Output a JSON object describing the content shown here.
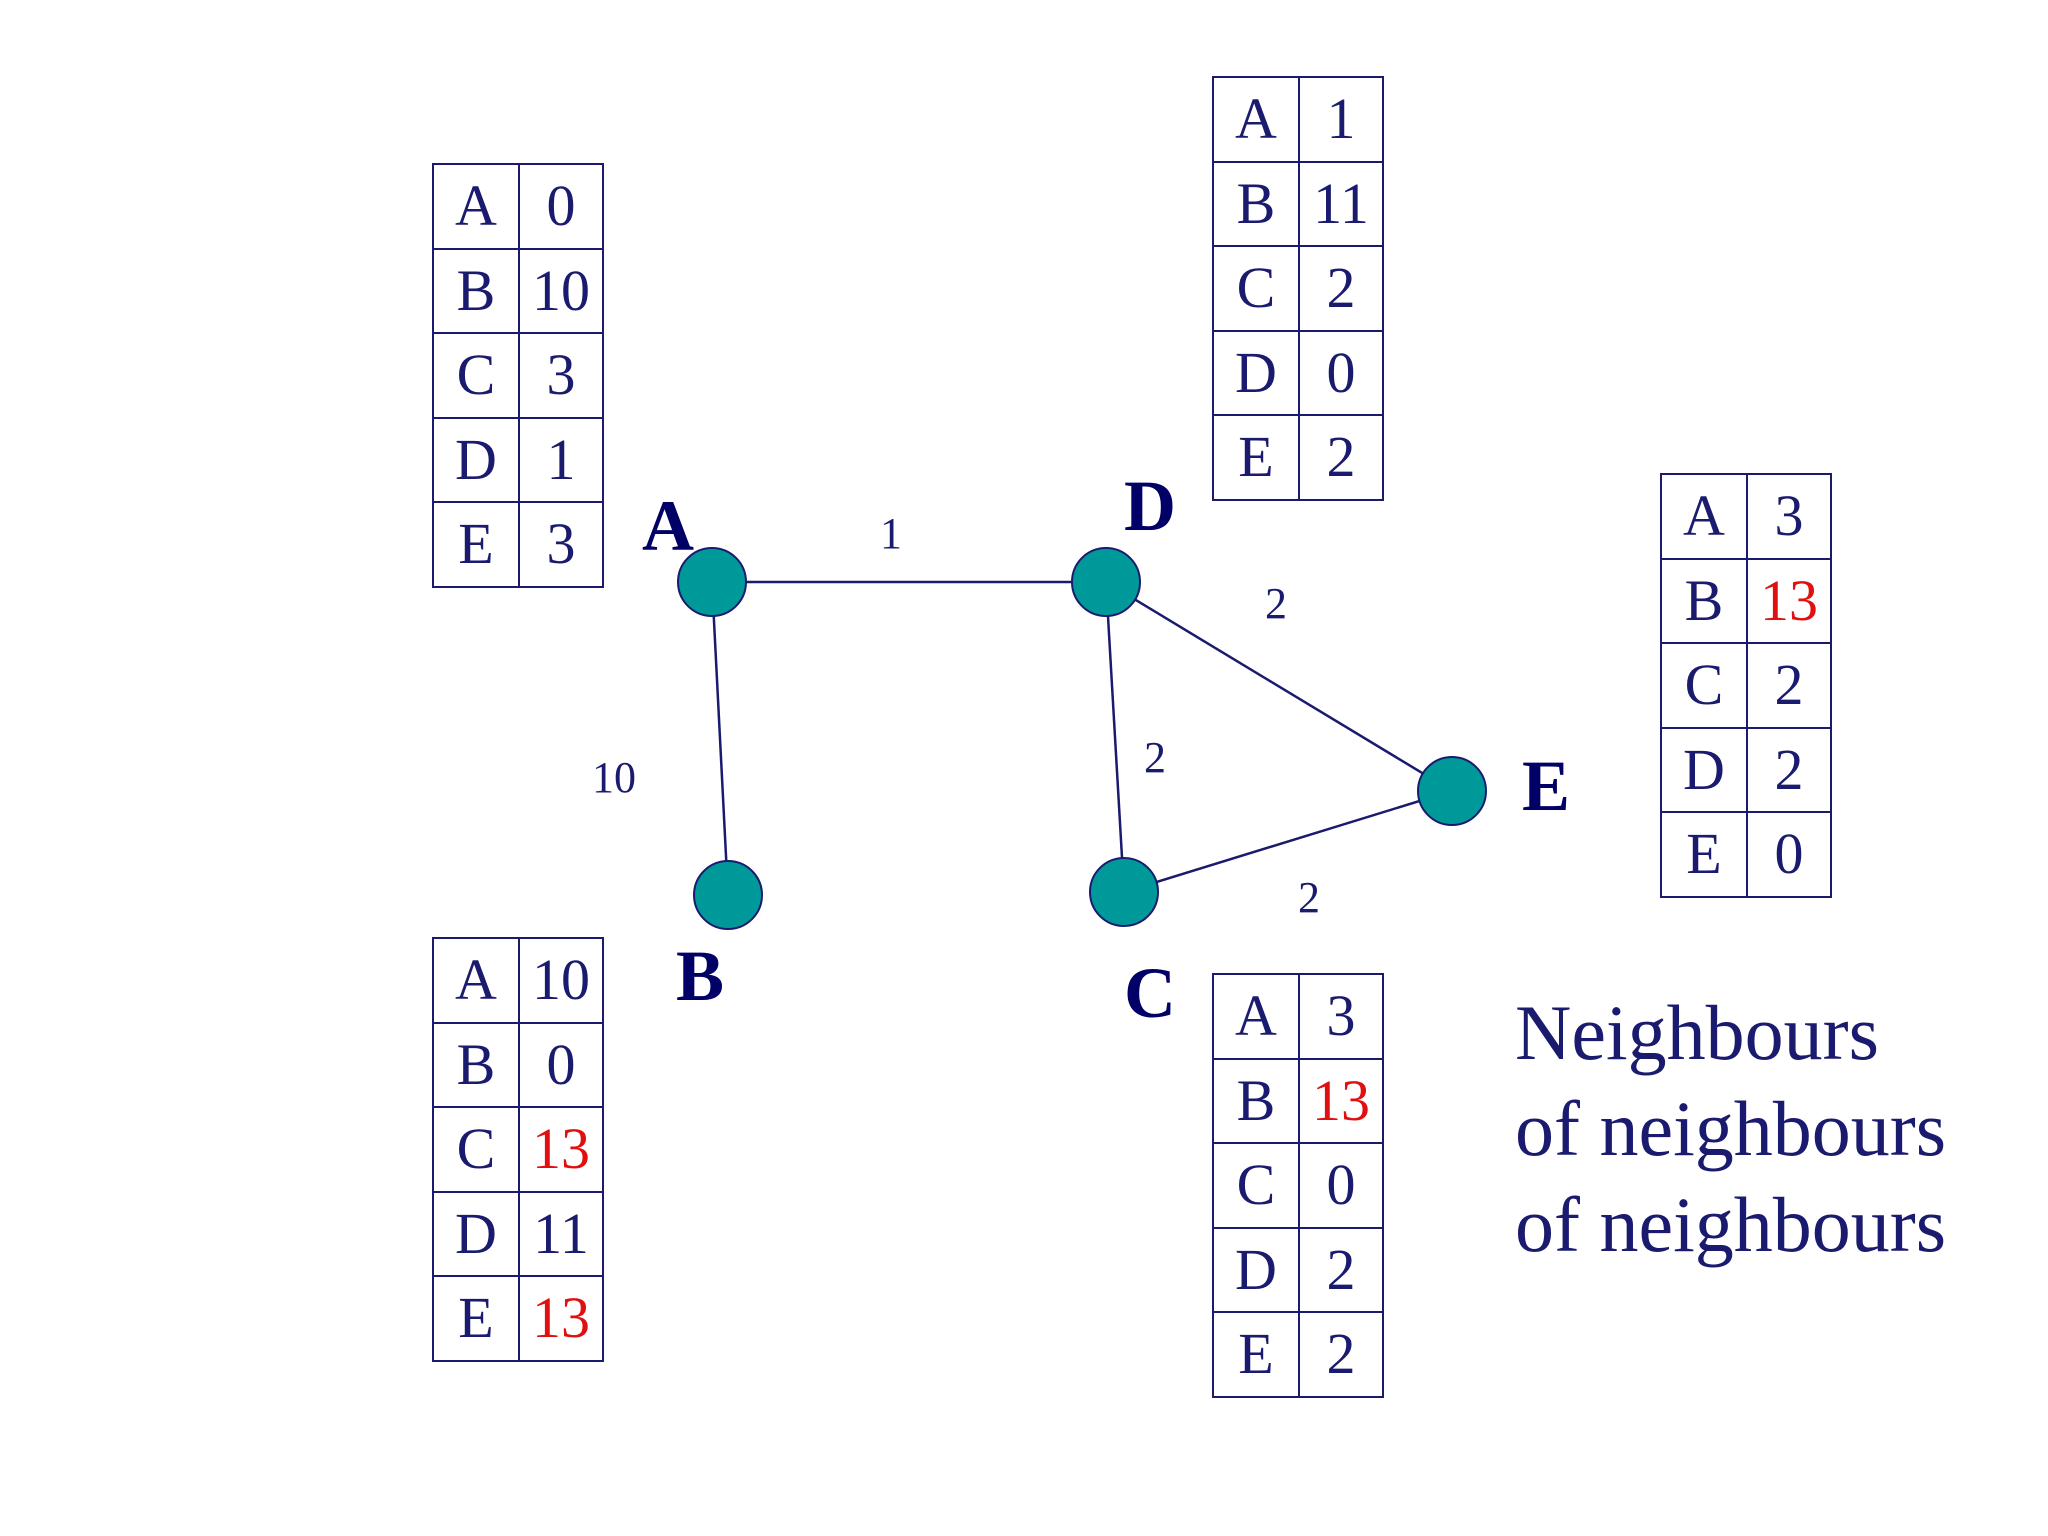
{
  "nodes": {
    "A": {
      "label": "A"
    },
    "B": {
      "label": "B"
    },
    "C": {
      "label": "C"
    },
    "D": {
      "label": "D"
    },
    "E": {
      "label": "E"
    }
  },
  "edges": [
    {
      "from": "A",
      "to": "D",
      "weight": "1"
    },
    {
      "from": "A",
      "to": "B",
      "weight": "10"
    },
    {
      "from": "D",
      "to": "C",
      "weight": "2"
    },
    {
      "from": "D",
      "to": "E",
      "weight": "2"
    },
    {
      "from": "C",
      "to": "E",
      "weight": "2"
    }
  ],
  "tables": {
    "A": {
      "rows": [
        {
          "dest": "A",
          "cost": "0"
        },
        {
          "dest": "B",
          "cost": "10"
        },
        {
          "dest": "C",
          "cost": "3"
        },
        {
          "dest": "D",
          "cost": "1"
        },
        {
          "dest": "E",
          "cost": "3"
        }
      ]
    },
    "D": {
      "rows": [
        {
          "dest": "A",
          "cost": "1"
        },
        {
          "dest": "B",
          "cost": "11"
        },
        {
          "dest": "C",
          "cost": "2"
        },
        {
          "dest": "D",
          "cost": "0"
        },
        {
          "dest": "E",
          "cost": "2"
        }
      ]
    },
    "E": {
      "rows": [
        {
          "dest": "A",
          "cost": "3"
        },
        {
          "dest": "B",
          "cost": "13",
          "updated": true
        },
        {
          "dest": "C",
          "cost": "2"
        },
        {
          "dest": "D",
          "cost": "2"
        },
        {
          "dest": "E",
          "cost": "0"
        }
      ]
    },
    "B": {
      "rows": [
        {
          "dest": "A",
          "cost": "10"
        },
        {
          "dest": "B",
          "cost": "0"
        },
        {
          "dest": "C",
          "cost": "13",
          "updated": true
        },
        {
          "dest": "D",
          "cost": "11"
        },
        {
          "dest": "E",
          "cost": "13",
          "updated": true
        }
      ]
    },
    "C": {
      "rows": [
        {
          "dest": "A",
          "cost": "3"
        },
        {
          "dest": "B",
          "cost": "13",
          "updated": true
        },
        {
          "dest": "C",
          "cost": "0"
        },
        {
          "dest": "D",
          "cost": "2"
        },
        {
          "dest": "E",
          "cost": "2"
        }
      ]
    }
  },
  "caption": {
    "line1": "Neighbours",
    "line2": "of neighbours",
    "line3": "of neighbours"
  },
  "colors": {
    "node_fill": "#009999",
    "edge": "#1a1a6e",
    "text": "#1a1a6e",
    "updated": "#e01010"
  }
}
